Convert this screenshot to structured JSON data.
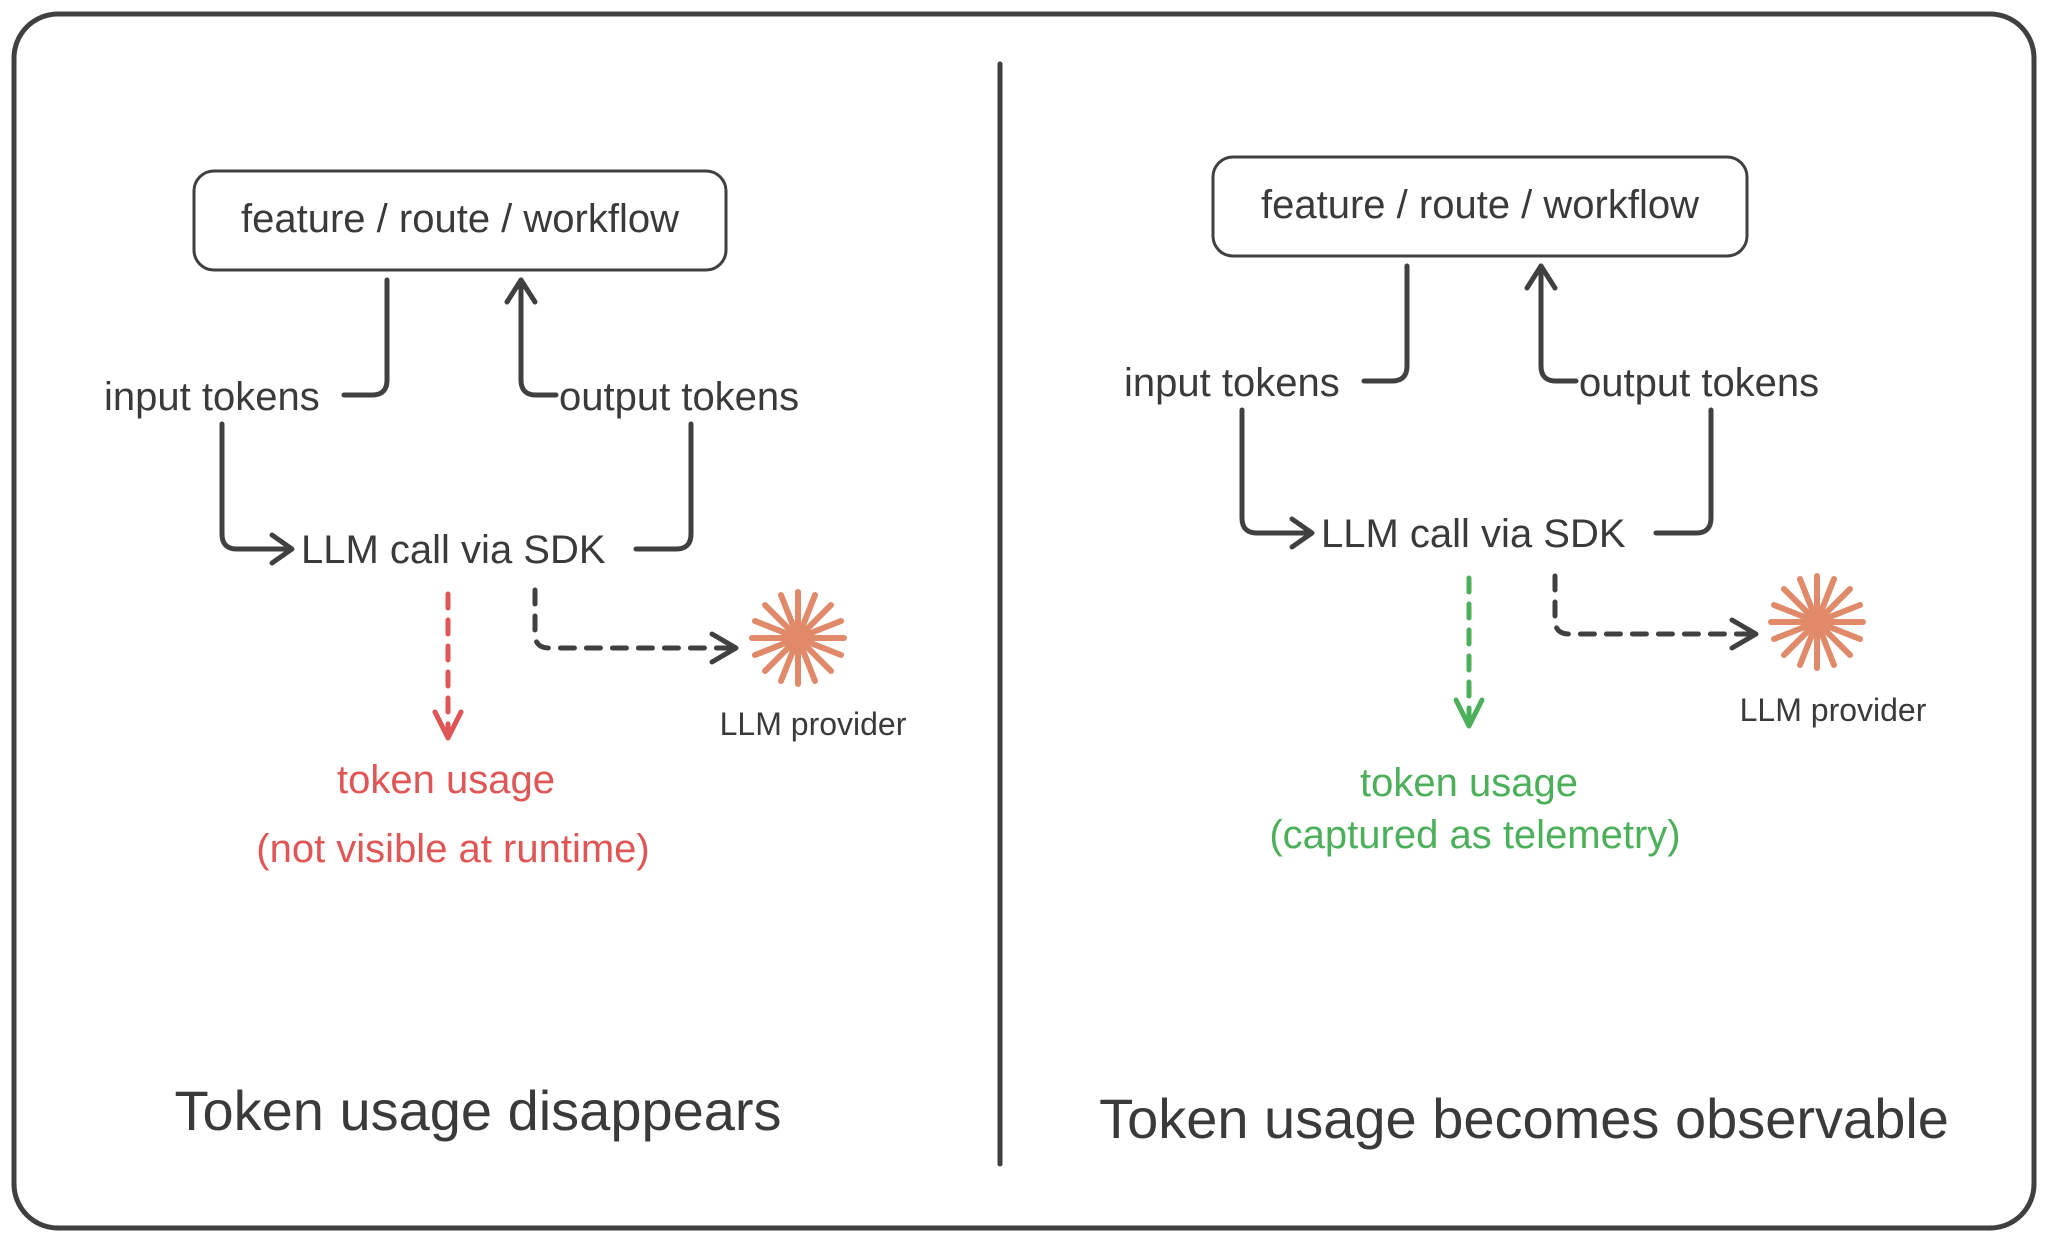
{
  "colors": {
    "ink": "#404040",
    "text": "#3a3a3a",
    "warning": "#e05555",
    "success": "#4caf5a",
    "provider": "#e08a6a",
    "background": "#ffffff"
  },
  "panels": [
    {
      "box_label": "feature / route / workflow",
      "input_label": "input tokens",
      "output_label": "output tokens",
      "call_label": "LLM call via SDK",
      "provider_label": "LLM provider",
      "usage_label": "token usage",
      "usage_note": "(not visible at runtime)",
      "usage_color": "#e05555",
      "caption": "Token usage disappears"
    },
    {
      "box_label": "feature / route / workflow",
      "input_label": "input tokens",
      "output_label": "output tokens",
      "call_label": "LLM call via SDK",
      "provider_label": "LLM provider",
      "usage_label": "token usage",
      "usage_note": "(captured as telemetry)",
      "usage_color": "#4caf5a",
      "caption": "Token usage becomes observable"
    }
  ],
  "icons": {
    "provider": "llm-provider-burst-icon"
  }
}
